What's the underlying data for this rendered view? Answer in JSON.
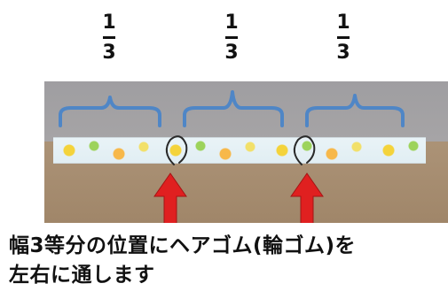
{
  "fractions": [
    {
      "numerator": "1",
      "denominator": "3"
    },
    {
      "numerator": "1",
      "denominator": "3"
    },
    {
      "numerator": "1",
      "denominator": "3"
    }
  ],
  "caption": {
    "line1": "幅3等分の位置にヘアゴム(輪ゴム)を",
    "line2": "左右に通します"
  },
  "colors": {
    "brace": "#4f86c6",
    "arrow": "#e02020",
    "text": "#111111"
  },
  "icons": [
    "curly-brace-icon",
    "up-arrow-icon",
    "loop-arrow-icon"
  ]
}
